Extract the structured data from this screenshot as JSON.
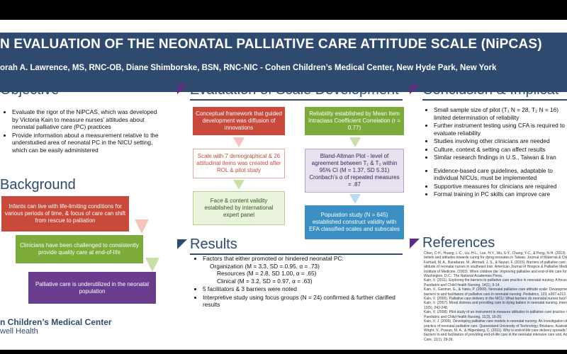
{
  "header": {
    "title": "N EVALUATION OF THE NEONATAL PALLIATIVE CARE ATTITUDE SCALE (NiPCAS)",
    "authors": "orah A. Lawrence, MS, RNC-OB, Diane Shimborske, BSN, RNC-NIC - Cohen Children’s Medical Center, New Hyde Park, New York"
  },
  "objective": {
    "heading": "Objective",
    "bullets": [
      "Evaluate the rigor of the NiPCAS, which was developed by Victoria Kain to measure nurses’ attitudes about neonatal palliative care (PC) practices",
      "Provide information about a measurement relative to the understudied area of neonatal PC in the NICU setting, which can be easily administered"
    ]
  },
  "background": {
    "heading": "Background",
    "boxes": [
      "Infants can live with life-limiting conditions for various periods of time, & focus of care can shift from rescue to palliation",
      "Clinicians have been challenged to consistently provide quality care at end-of-life",
      "Palliative care is underutilized in the neonatal population"
    ]
  },
  "logo": {
    "line1": "n Children’s Medical Center",
    "line2": "well Health"
  },
  "evaluation": {
    "heading": "Evaluation of Scale Development",
    "left_boxes": [
      "Conceptual framework that guided development was diffusion of innovations",
      "Scale with 7 demographical & 26 attitudinal items was created after ROL & pilot study",
      "Face & content validity established by international expert panel"
    ],
    "right_boxes": [
      "Reliability established by Mean Item Intraclass Coefficient Correlation  (r = 0.77)",
      "Bland-Altman Plot - level of agreement between T₁ & T₂ within 95% CI (M = 1.37, SD 5.31)",
      "Cronbach’s α of repeated measures = .87",
      "Population study (N = 645) established construct validity with EFA classified scales and subscales"
    ]
  },
  "results": {
    "heading": "Results",
    "intro": "Factors that either promoted or hindered neonatal PC:",
    "factors": [
      "Organization (M = 3.3, SD = 0.95, α = .73)",
      "Resources (M = 2.8, SD 1.00, α = .65)",
      "Clinical (M = 3.2, SD = 0.97, α = .63)"
    ],
    "bullets": [
      "5 facilitators & 3 barriers were noted",
      "Interpretive study using focus groups (N = 24) confirmed  & further clarified results"
    ]
  },
  "conclusion": {
    "heading": "Conclusion & Implicat",
    "bullets_a": [
      "Small sample size of pilot (T₁ N = 28, T₂ N = 16) limited determination of reliability",
      "Further instrument testing using CFA is required to evaluate reliability",
      "Studies involving other clinicians are needed",
      "Culture, context & setting can affect results",
      "Similar research findings in U.S., Taiwan & Iran"
    ],
    "bullets_b": [
      "Evidence-based care guidelines, adaptable to individual NICUs, must be implemented",
      "Supportive measures for clinicians are required",
      "Formal training in PC skills can improve care"
    ]
  },
  "references": {
    "heading": "References",
    "lines": [
      "Chen, C-H., Huang, L-C., Liu, H-L., Lee, H-Y., Wu, S-Y., Chang, Y-C., & Peng, N-H. (2013). To explore the neonatal nurses’",
      "beliefs and attitudes towards caring for dying neonates in Taiwan. Journal of Maternal & Child Health, 17, 1793-1801.",
      "Farhadi, M. A., Baradaran, M., Ahmadi, J. S., & Nazari, F. (2015). Barriers of palliative care in neonatal intensive care units:",
      "attitude of neonatal nurses in southeast Iran. American Journal of Hospice & Palliative Medicine, 32(7), 717-722.",
      "Institute of Medicine. (2003). When children die: Improving palliative and end-of-life care for children and their families.",
      "Washington, D.C.: The National Academies Press.",
      "Kain, V. (2011). Exploring the barriers to palliative care practice in neonatal nursing: A focus group study. Neonatal,",
      "Paediatric and Child Health Nursing, 14(1), 9-14.",
      "Kain, V., Gardner, G., & Yates, P. (2009). Neonatal palliative care attitude scale: Development of an instrument to measure the",
      "barriers to and facilitators of palliative care in neonatal nursing. Pediatrics, 123, e207-e213.",
      "Kain, V. (2006). Palliative care delivery in the NICU: What barriers do neonatal nurses face? Neonatal Network, 25(6), 387-392.",
      "Kain, V. (2007). Moral distress and providing care to dying babies in neonatal nursing. International Journal of Palliative Nursing,",
      "13(5), 243-248.",
      "Kain, V. (2008). Pilot study of an instrument to measure attitudes to palliative care practice in neonatal nursing. Neonatal,",
      "Paediatric and Child Health Nursing, 11(3), 16-20.",
      "Kain, V. J. (2009). Developing palliative care models in neonatal nursing: An investigation of barriers and facilitators to the",
      "practice of neonatal palliative care. Queensland University of Technology, Brisbane, Australia.",
      "Wright, V., Prasun, M. A., & Hilgenberg, C. (2011). Why is end-of-life care delivery sporadic? A quantitative look at the",
      "barriers to and facilitators of providing end-of-life care in the neonatal intensive care unit. Advances in Neonatal",
      "Care, 11(1), 29-36."
    ]
  },
  "colors": {
    "banner": "#2e4a6f",
    "heading": "#2e4a6f",
    "red_box": "#c94a3a",
    "green_box": "#7bab38",
    "purple_box": "#6a3d8f",
    "blue_box": "#3a8fc4",
    "accent_triangle": "#5a2d82"
  }
}
